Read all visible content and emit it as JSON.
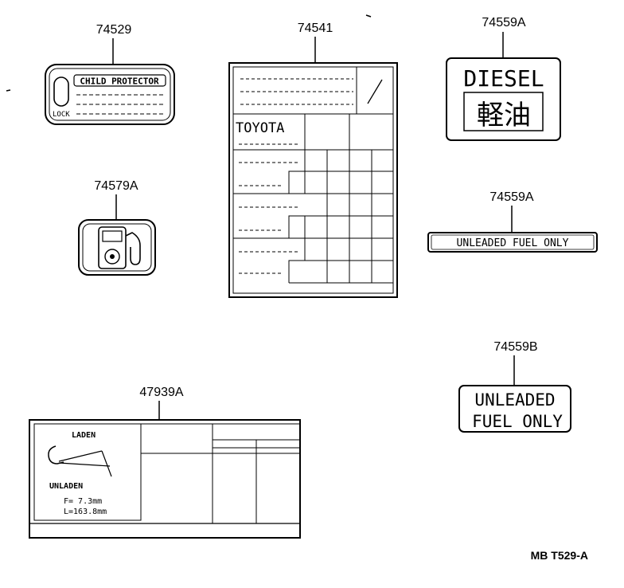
{
  "parts": {
    "child_protector": {
      "part_no": "74529",
      "title": "CHILD PROTECTOR",
      "lock": "LOCK"
    },
    "tire_label": {
      "part_no": "74541",
      "brand": "TOYOTA"
    },
    "diesel": {
      "part_no": "74559A",
      "text": "DIESEL",
      "kanji": "軽油"
    },
    "fuel_pump": {
      "part_no": "74579A"
    },
    "unleaded_a": {
      "part_no": "74559A",
      "text": "UNLEADED FUEL ONLY"
    },
    "unleaded_b": {
      "part_no": "74559B",
      "line1": "UNLEADED",
      "line2": "FUEL ONLY"
    },
    "headlamp": {
      "part_no": "47939A",
      "laden": "LADEN",
      "unladen": "UNLADEN",
      "f_value": "F= 7.3mm",
      "l_value": "L=163.8mm"
    }
  },
  "footer": {
    "ref": "MB T529-A"
  }
}
